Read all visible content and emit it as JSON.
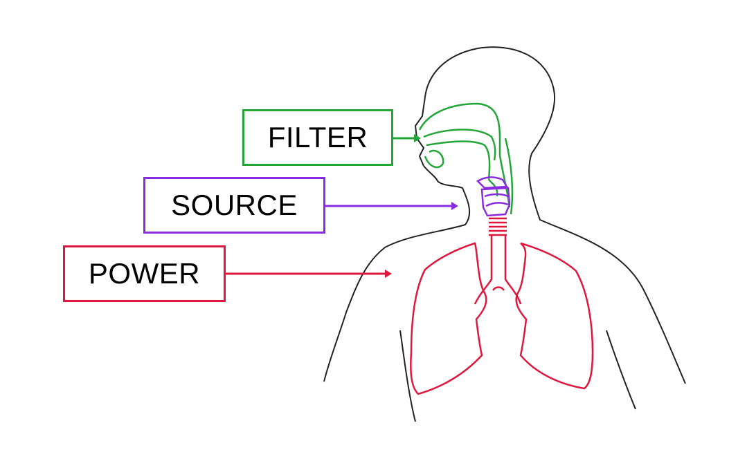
{
  "labels": {
    "filter": "FILTER",
    "source": "SOURCE",
    "power": "POWER"
  },
  "colors": {
    "filter": "#22a638",
    "source": "#8a2be2",
    "power": "#e0173c",
    "outline": "#222222"
  }
}
